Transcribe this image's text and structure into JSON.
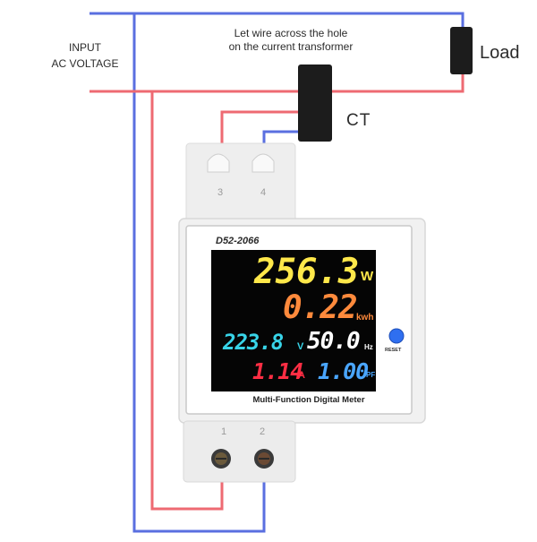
{
  "labels": {
    "input_line1": "INPUT",
    "input_line2": "AC VOLTAGE",
    "hint_line1": "Let wire across the hole",
    "hint_line2": "on the current transformer",
    "load": "Load",
    "ct": "CT"
  },
  "meter": {
    "model": "D52-2066",
    "title": "Multi-Function Digital Meter",
    "reset_label": "RESET",
    "terminals": {
      "t1": "1",
      "t2": "2",
      "t3": "3",
      "t4": "4"
    },
    "readings": {
      "power": {
        "value": "256.3",
        "unit": "W"
      },
      "energy": {
        "value": "0.22",
        "unit": "kwh"
      },
      "voltage": {
        "value": "223.8",
        "unit": "V"
      },
      "frequency": {
        "value": "50.0",
        "unit": "Hz"
      },
      "current": {
        "value": "1.14",
        "unit": "A"
      },
      "power_factor": {
        "value": "1.00",
        "unit": "PF"
      }
    }
  },
  "colors": {
    "live_wire": "#ee6a72",
    "neutral_wire": "#5a6fe0",
    "power": "#ffe84a",
    "energy": "#ff8a3c",
    "voltage": "#38d4e8",
    "frequency": "#ffffff",
    "current": "#ff2e44",
    "power_factor": "#4aa6ff"
  }
}
